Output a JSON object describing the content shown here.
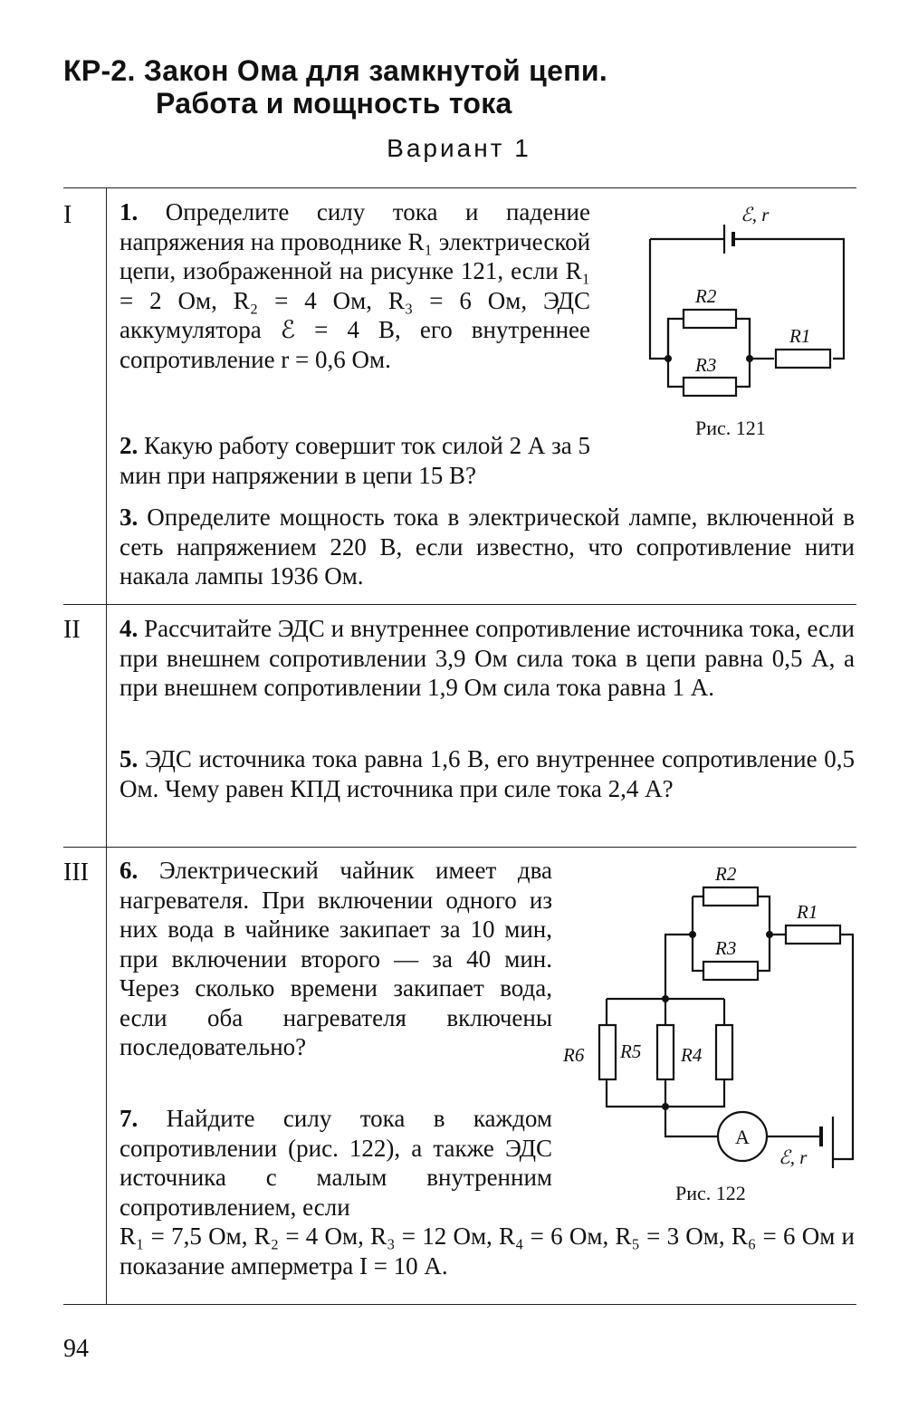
{
  "header": {
    "title_line1": "КР-2. Закон Ома для замкнутой цепи.",
    "title_line2": "Работа и мощность тока",
    "variant": "Вариант 1"
  },
  "sections": {
    "s1": "I",
    "s2": "II",
    "s3": "III"
  },
  "problems": {
    "p1_num": "1.",
    "p1_text": "Определите силу тока и падение напряжения на проводнике R₁ электрической цепи, изображенной на рисунке 121, если R₁ = 2 Ом, R₂ = 4 Ом, R₃ = 6 Ом, ЭДС аккумулятора ℰ = 4 В, его внутреннее сопротивление r = 0,6 Ом.",
    "p2_num": "2.",
    "p2_text": "Какую работу совершит ток силой 2 А за 5 мин при напряжении в цепи 15 В?",
    "p3_num": "3.",
    "p3_text": "Определите мощность тока в электрической лампе, включенной в сеть напряжением 220 В, если известно, что сопротивление нити накала лампы 1936 Ом.",
    "p4_num": "4.",
    "p4_text": "Рассчитайте ЭДС и внутреннее сопротивление источника тока, если при внешнем сопротивлении 3,9 Ом сила тока в цепи равна 0,5 А, а при внешнем сопротивлении 1,9 Ом сила тока равна 1 А.",
    "p5_num": "5.",
    "p5_text": "ЭДС источника тока равна 1,6 В, его внутреннее сопротивление 0,5 Ом. Чему равен КПД источника при силе тока 2,4 А?",
    "p6_num": "6.",
    "p6_text": "Электрический чайник имеет два нагревателя. При включении одного из них вода в чайнике закипает за 10 мин, при включении второго — за 40 мин. Через сколько времени закипает вода, если оба нагревателя включены последовательно?",
    "p7_num": "7.",
    "p7_text_a": "Найдите силу тока в каждом сопротивлении (рис. 122), а также ЭДС источника с малым внутренним сопротивлением, если",
    "p7_text_b": "R₁ = 7,5 Ом, R₂ = 4 Ом, R₃ = 12 Ом, R₄ = 6 Ом, R₅ = 3 Ом, R₆ = 6 Ом и показание амперметра I = 10 А."
  },
  "figures": {
    "fig121": {
      "caption": "Рис. 121",
      "source_label": "ℰ, r",
      "r1": "R1",
      "r2": "R2",
      "r3": "R3"
    },
    "fig122": {
      "caption": "Рис. 122",
      "source_label": "ℰ, r",
      "ammeter": "A",
      "r1": "R1",
      "r2": "R2",
      "r3": "R3",
      "r4": "R4",
      "r5": "R5",
      "r6": "R6"
    }
  },
  "page_number": "94"
}
